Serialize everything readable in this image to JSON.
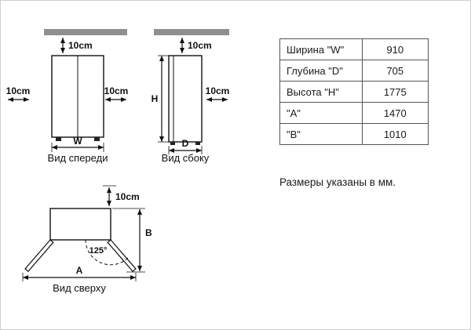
{
  "views": {
    "front": {
      "caption": "Вид спереди",
      "top_clearance": "10cm",
      "left_clearance": "10cm",
      "right_clearance": "10cm",
      "width_label": "W"
    },
    "side": {
      "caption": "Вид сбоку",
      "top_clearance": "10cm",
      "rear_clearance": "10cm",
      "height_label": "H",
      "depth_label": "D"
    },
    "top": {
      "caption": "Вид сверху",
      "rear_clearance": "10cm",
      "door_angle": "125°",
      "a_label": "A",
      "b_label": "B"
    }
  },
  "table": {
    "rows": [
      {
        "label": "Ширина \"W\"",
        "value": "910"
      },
      {
        "label": "Глубина \"D\"",
        "value": "705"
      },
      {
        "label": "Высота \"H\"",
        "value": "1775"
      },
      {
        "label": "\"A\"",
        "value": "1470"
      },
      {
        "label": "\"B\"",
        "value": "1010"
      }
    ]
  },
  "note": "Размеры указаны в мм."
}
